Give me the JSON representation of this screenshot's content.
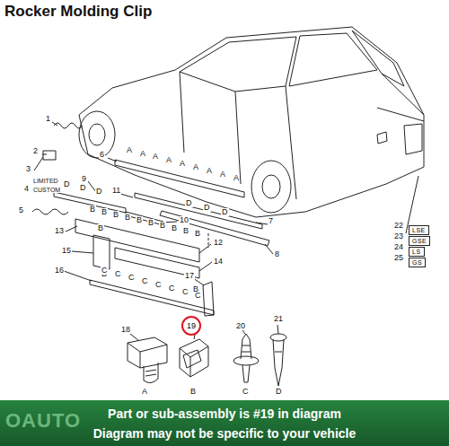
{
  "diagram": {
    "title": "Rocker Molding Clip",
    "nodes": [
      {
        "text": [
          "LSE"
        ]
      },
      {
        "text": [
          "GSE"
        ]
      },
      {
        "text": [
          "LS"
        ]
      },
      {
        "text": [
          "GS"
        ]
      },
      {
        "text": [
          "19"
        ]
      },
      {
        "text": [
          "Part or sub-assembly is #19 in diagram",
          "Diagram may not be specific to your vehicle"
        ]
      }
    ],
    "labels": [
      "1",
      "2",
      "3",
      "4",
      "5",
      "LIMITED",
      "CUSTOM",
      "9",
      "6",
      "11",
      "10",
      "13",
      "12",
      "15",
      "14",
      "16",
      "17",
      "7",
      "8",
      "22",
      "23",
      "24",
      "25",
      "18",
      "20",
      "21",
      "A",
      "B",
      "C",
      "D",
      "OAUTO",
      "A",
      "A",
      "A",
      "A",
      "A",
      "A",
      "A",
      "A",
      "A",
      "D",
      "D",
      "D",
      "D",
      "D",
      "D",
      "B",
      "B",
      "B",
      "B",
      "B",
      "B",
      "B",
      "B",
      "B",
      "B",
      "B",
      "B",
      "B",
      "C",
      "C",
      "C",
      "C",
      "C",
      "C",
      "C",
      "C"
    ]
  }
}
